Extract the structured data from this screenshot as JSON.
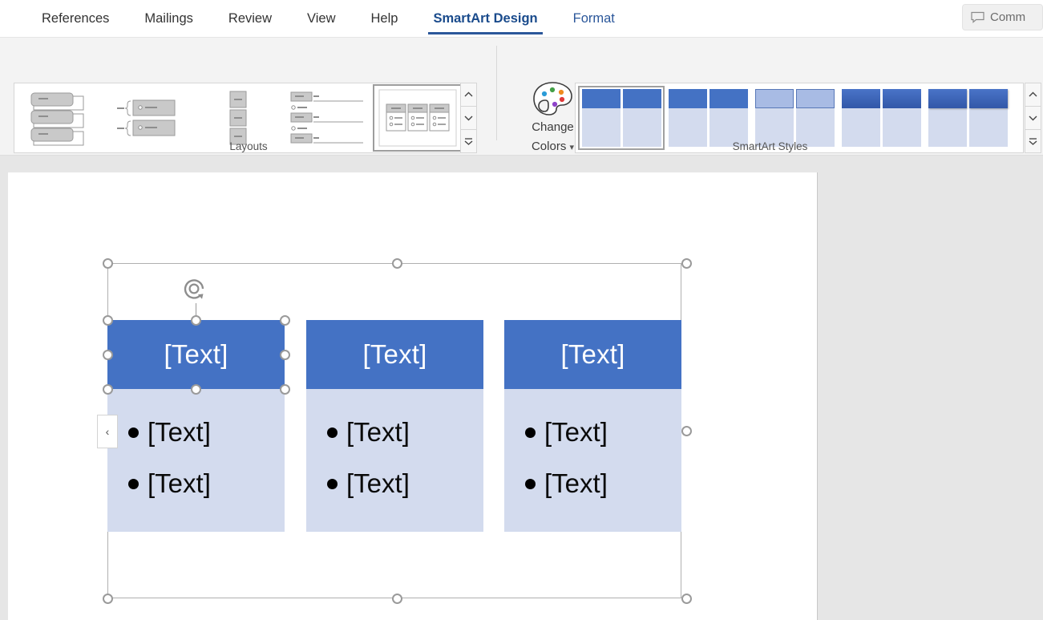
{
  "window": {
    "app": "Microsoft Word",
    "ribbon_tabs": [
      {
        "label": "References",
        "active": false
      },
      {
        "label": "Mailings",
        "active": false
      },
      {
        "label": "Review",
        "active": false
      },
      {
        "label": "View",
        "active": false
      },
      {
        "label": "Help",
        "active": false
      },
      {
        "label": "SmartArt Design",
        "active": true
      },
      {
        "label": "Format",
        "active": false
      }
    ],
    "comments_button": {
      "label": "Comm",
      "icon": "comment-icon",
      "truncated": true
    }
  },
  "ribbon": {
    "groups": [
      {
        "name": "layouts",
        "label": "Layouts"
      },
      {
        "name": "smartart-styles",
        "label": "SmartArt Styles"
      }
    ],
    "layouts_gallery": {
      "items": [
        {
          "name": "layout-vertical-box-list",
          "selected": false
        },
        {
          "name": "layout-vertical-bracket-list",
          "selected": false
        },
        {
          "name": "layout-vertical-chevron-list",
          "selected": false
        },
        {
          "name": "layout-vertical-bullet-list",
          "selected": false
        },
        {
          "name": "layout-horizontal-bullet-list",
          "selected": true
        }
      ],
      "scroll_up": "scroll-up-icon",
      "scroll_down": "scroll-down-icon",
      "more": "more-layouts-icon"
    },
    "change_colors": {
      "label_line1": "Change",
      "label_line2": "Colors",
      "caret": "chevron-down-icon",
      "icon": "color-palette-icon",
      "palette_dots": [
        "#2b9cd8",
        "#43a047",
        "#ef8b1f",
        "#e03a3a",
        "#8e44c9"
      ]
    },
    "styles_gallery": {
      "items": [
        {
          "name": "style-simple-fill",
          "selected": true,
          "head": "#4472c4",
          "head_style": "flat"
        },
        {
          "name": "style-white-outline",
          "selected": false,
          "head": "#4472c4",
          "head_style": "flat"
        },
        {
          "name": "style-subtle-effect",
          "selected": false,
          "head": "#a8bbe4",
          "head_style": "light"
        },
        {
          "name": "style-moderate-effect",
          "selected": false,
          "head": "#3a63b8",
          "head_style": "gradient"
        },
        {
          "name": "style-intense-effect",
          "selected": false,
          "head": "#3a63b8",
          "head_style": "shadow"
        }
      ],
      "scroll_up": "scroll-up-icon",
      "scroll_down": "scroll-down-icon",
      "more": "more-styles-icon"
    }
  },
  "document": {
    "smartart": {
      "selected": true,
      "rotation_handle": "rotate-icon",
      "text_pane_toggle": {
        "icon": "chevron-left-icon",
        "label": "‹"
      },
      "cards": [
        {
          "name": "smartart-card-1",
          "selected": true,
          "header": "[Text]",
          "bullets": [
            "[Text]",
            "[Text]"
          ]
        },
        {
          "name": "smartart-card-2",
          "selected": false,
          "header": "[Text]",
          "bullets": [
            "[Text]",
            "[Text]"
          ]
        },
        {
          "name": "smartart-card-3",
          "selected": false,
          "header": "[Text]",
          "bullets": [
            "[Text]",
            "[Text]"
          ]
        }
      ]
    }
  },
  "colors": {
    "accent_blue": "#4472c4",
    "header_blue": "#4472c4",
    "body_fill": "#d3dbee",
    "tab_active": "#2b579a",
    "ribbon_bg": "#f3f3f3",
    "canvas_bg": "#e6e6e6",
    "handle_stroke": "#9a9a9a"
  }
}
